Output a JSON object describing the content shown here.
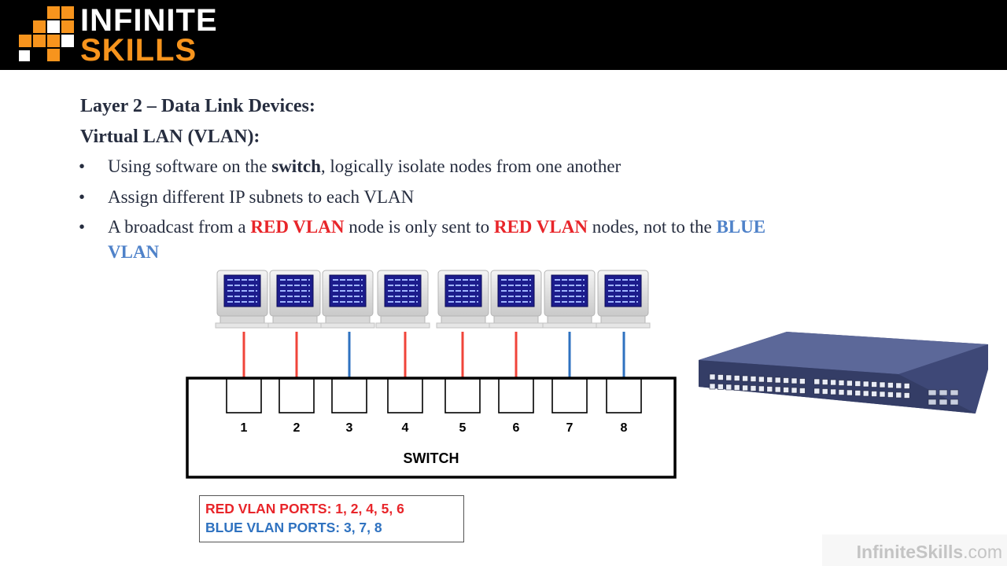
{
  "logo": {
    "word1": "INFINITE",
    "word2": "SKILLS"
  },
  "slide": {
    "heading1": "Layer 2 – Data Link Devices:",
    "heading2": "Virtual LAN (VLAN):",
    "bullet_glyph": "•",
    "bullets": [
      {
        "pre": "Using software on the ",
        "bold": "switch",
        "post": ", logically isolate nodes from one another"
      },
      {
        "text": "Assign different IP subnets to each VLAN"
      },
      {
        "t1": "A broadcast from a ",
        "r1": "RED VLAN",
        "t2": " node is only sent to ",
        "r2": "RED VLAN",
        "t3": " nodes, not to the ",
        "b1": "BLUE",
        "b2": "VLAN"
      }
    ]
  },
  "diagram": {
    "switch_label": "SWITCH",
    "ports": [
      {
        "label": "1",
        "vlan": "red"
      },
      {
        "label": "2",
        "vlan": "red"
      },
      {
        "label": "3",
        "vlan": "blue"
      },
      {
        "label": "4",
        "vlan": "red"
      },
      {
        "label": "5",
        "vlan": "red"
      },
      {
        "label": "6",
        "vlan": "red"
      },
      {
        "label": "7",
        "vlan": "blue"
      },
      {
        "label": "8",
        "vlan": "blue"
      }
    ],
    "colors": {
      "red": "#f0443a",
      "blue": "#2f72c0"
    }
  },
  "legend": {
    "red": "RED VLAN PORTS: 1, 2, 4, 5, 6",
    "blue": "BLUE VLAN PORTS: 3, 7, 8",
    "red_color": "#e8252a",
    "blue_color": "#2f72c0"
  },
  "footer": {
    "brand": "InfiniteSkills",
    "suffix": ".com"
  }
}
